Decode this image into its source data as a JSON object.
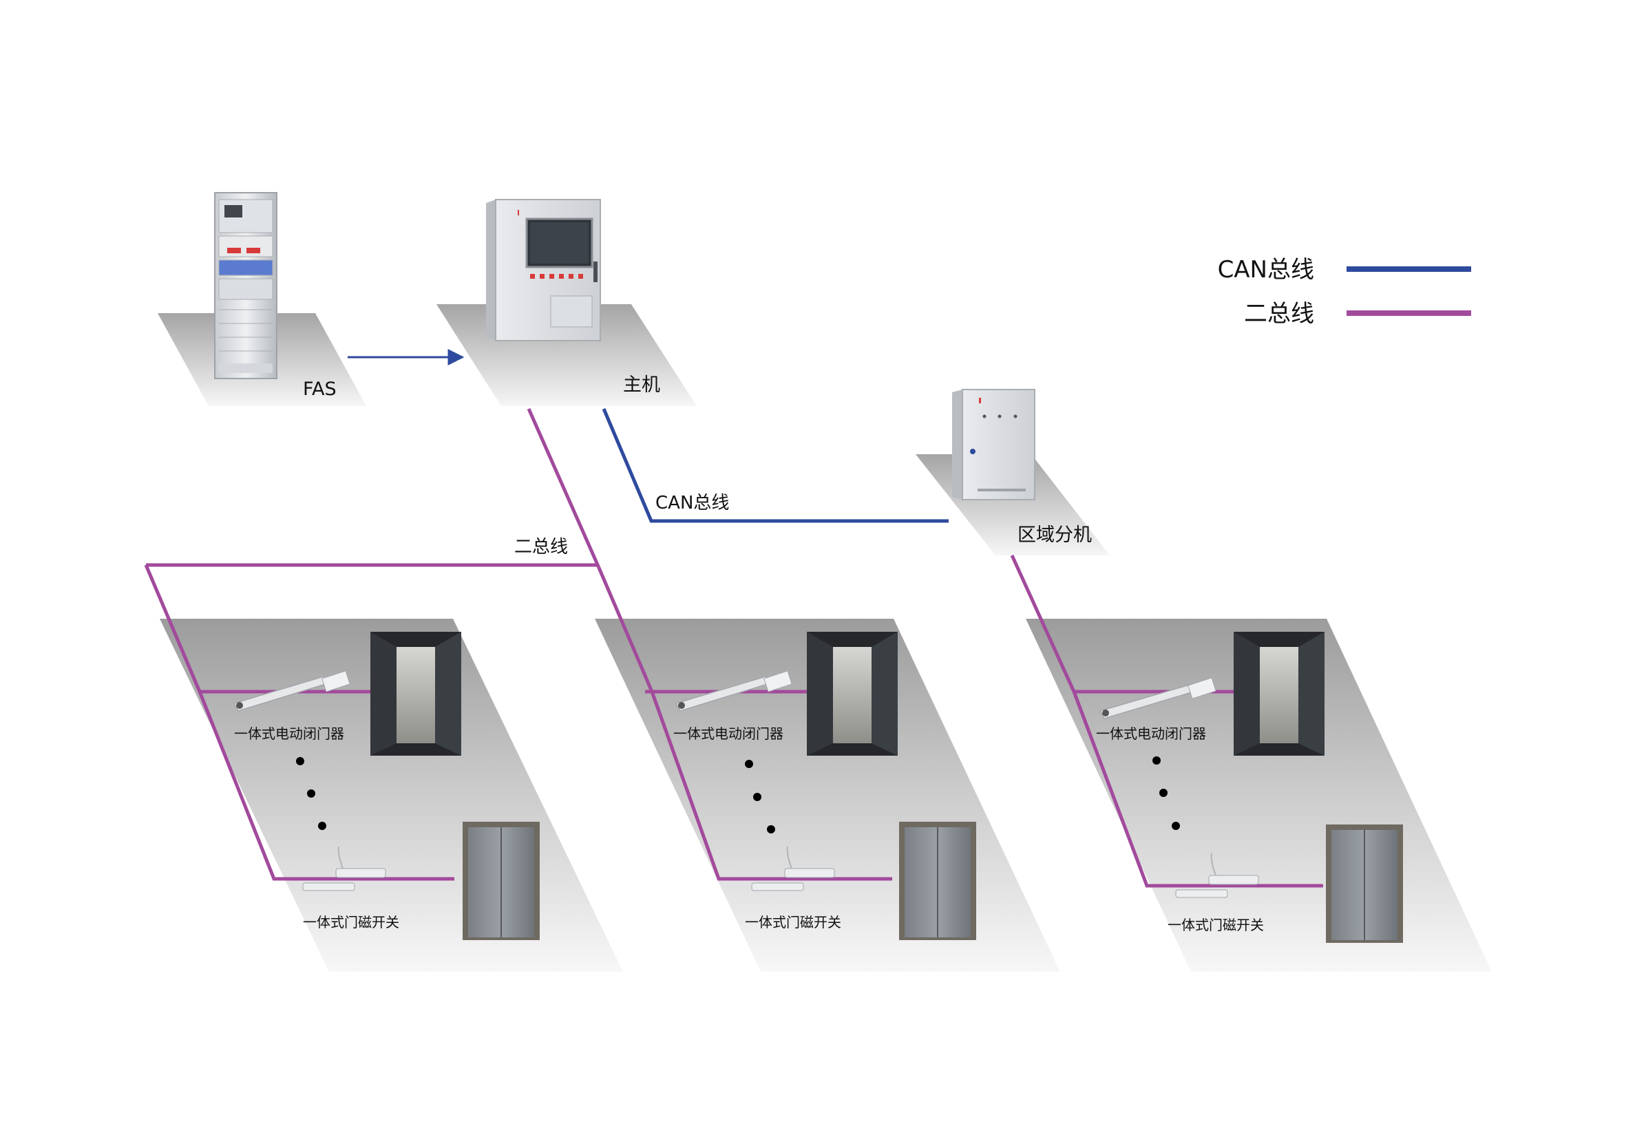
{
  "legend": {
    "can_bus_label": "CAN总线",
    "two_bus_label": "二总线"
  },
  "colors": {
    "can_bus": "#2e4a9e",
    "two_bus": "#a24a9c",
    "platform_light": "#f6f6f6",
    "platform_dark": "#a8a8a8"
  },
  "nodes": {
    "fas_label": "FAS",
    "host_label": "主机",
    "regional_label": "区域分机"
  },
  "bus_labels": {
    "can_bus": "CAN总线",
    "two_bus": "二总线"
  },
  "zones": [
    {
      "closer_label": "一体式电动闭门器",
      "switch_label": "一体式门磁开关"
    },
    {
      "closer_label": "一体式电动闭门器",
      "switch_label": "一体式门磁开关"
    },
    {
      "closer_label": "一体式电动闭门器",
      "switch_label": "一体式门磁开关"
    }
  ]
}
